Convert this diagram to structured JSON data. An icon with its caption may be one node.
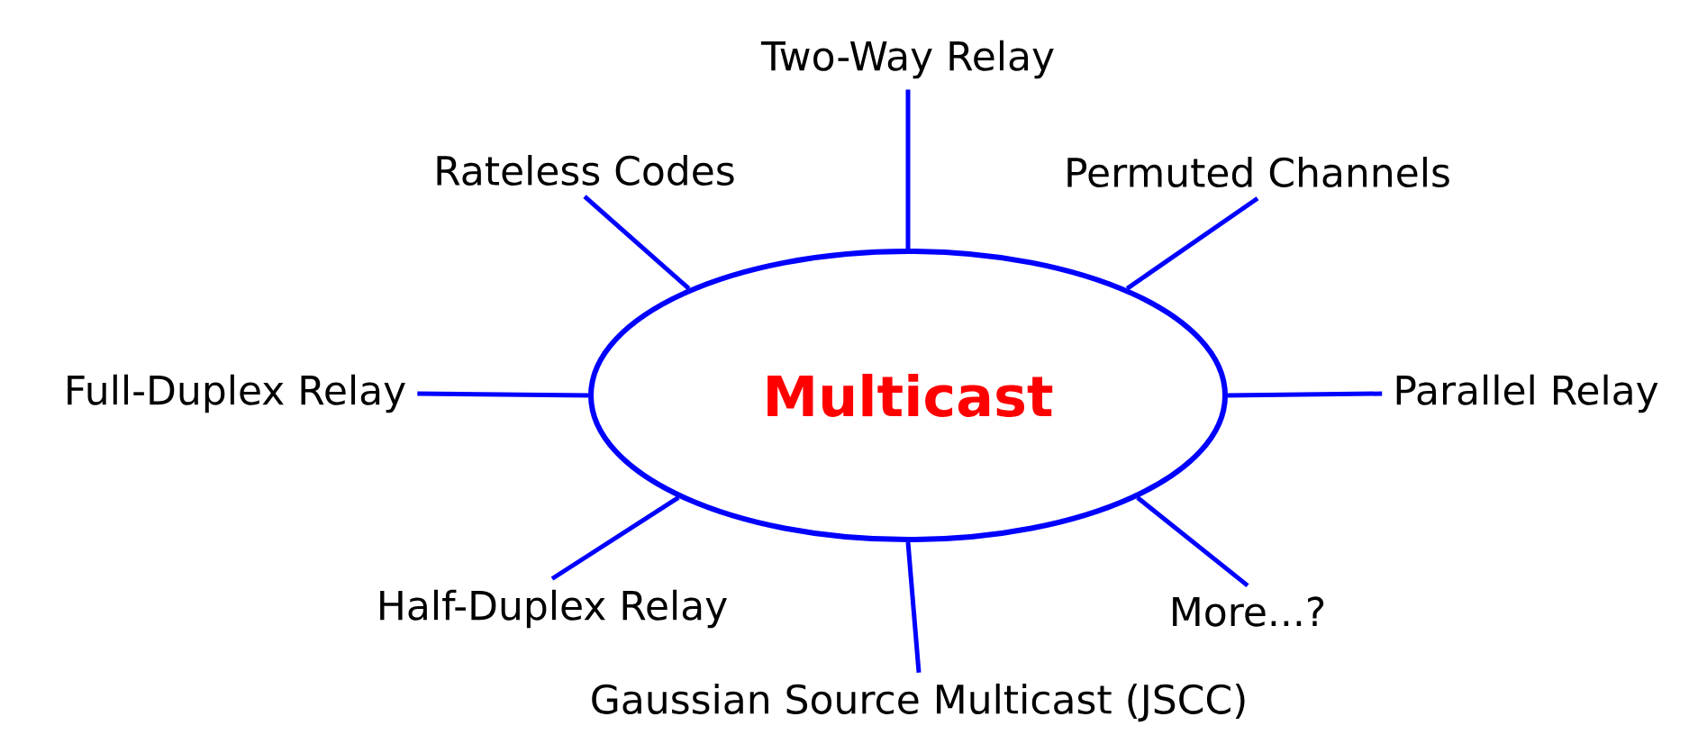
{
  "diagram": {
    "nodes": [
      {
        "text": [
          "Multicast"
        ]
      },
      {
        "text": [
          "Two-Way Relay"
        ]
      },
      {
        "text": [
          "Rateless Codes"
        ]
      },
      {
        "text": [
          "Permuted Channels"
        ]
      },
      {
        "text": [
          "Full-Duplex Relay"
        ]
      },
      {
        "text": [
          "Parallel Relay"
        ]
      },
      {
        "text": [
          "Half-Duplex Relay"
        ]
      },
      {
        "text": [
          "Gaussian Source Multicast (JSCC)"
        ]
      },
      {
        "text": [
          "More...?"
        ]
      }
    ],
    "edges": [
      {
        "from": 0,
        "to": 1,
        "arrow": "none"
      },
      {
        "from": 0,
        "to": 2,
        "arrow": "none"
      },
      {
        "from": 0,
        "to": 3,
        "arrow": "none"
      },
      {
        "from": 0,
        "to": 4,
        "arrow": "none"
      },
      {
        "from": 0,
        "to": 5,
        "arrow": "none"
      },
      {
        "from": 0,
        "to": 6,
        "arrow": "none"
      },
      {
        "from": 0,
        "to": 7,
        "arrow": "none"
      },
      {
        "from": 0,
        "to": 8,
        "arrow": "none"
      }
    ]
  }
}
